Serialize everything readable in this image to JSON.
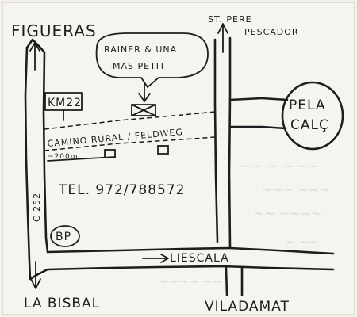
{
  "places": {
    "figueras": "FIGUERAS",
    "st_pere": "ST. PERE",
    "pescador": "PESCADOR",
    "la_bisbal": "LA BISBAL",
    "viladamat": "VILADAMAT",
    "liescala": "LIESCALA",
    "pela_cals_line1": "PELA",
    "pela_cals_line2": "CALÇ"
  },
  "road_code": "C 252",
  "km_marker": "KM22",
  "petrol_station": "BP",
  "destination": {
    "line1": "RAINER & UNA",
    "line2": "MAS PETIT"
  },
  "rural_road": {
    "label": "CAMINO RURAL / FELDWEG",
    "distance": "~200m"
  },
  "phone": "TEL. 972/788572",
  "colors": {
    "ink": "#1d1d1f",
    "paper": "#f3f1ec",
    "bleed": "#d9d6cf"
  }
}
